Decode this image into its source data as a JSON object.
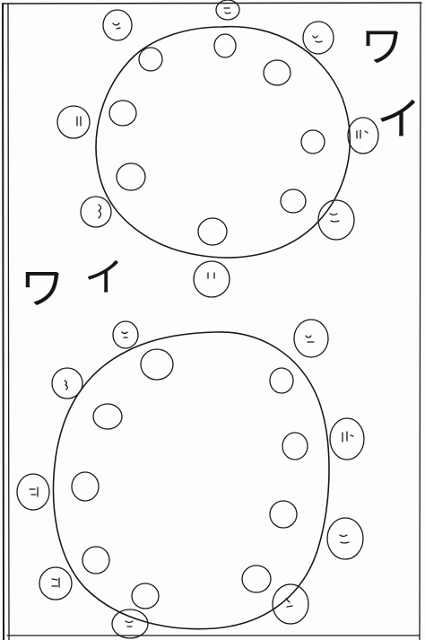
{
  "sketch": {
    "kana_labels": [
      "ワ",
      "イ",
      "ワ",
      "イ"
    ],
    "stroke_color": "#1a1a1a",
    "paper_color": "#fdfdfb"
  }
}
